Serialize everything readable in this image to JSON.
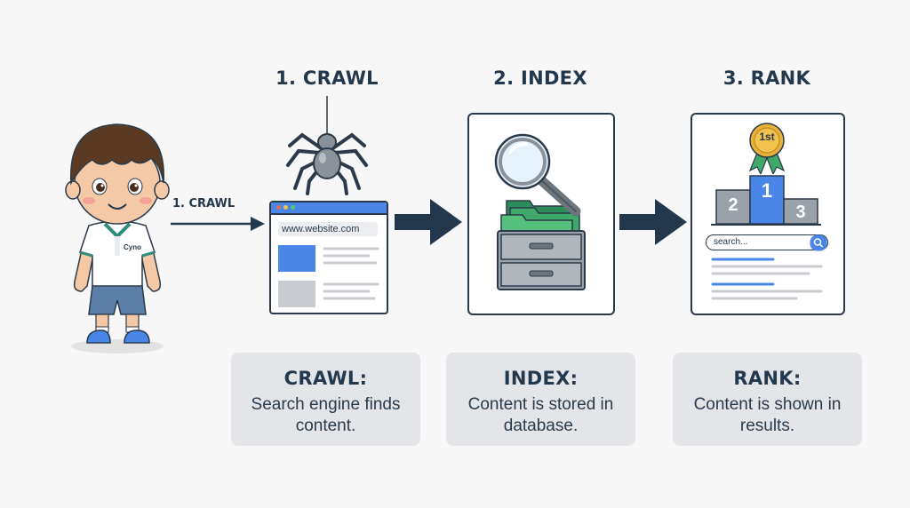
{
  "steps": [
    {
      "title": "1. CRAWL",
      "card_title": "CRAWL:",
      "card_desc": "Search engine finds content."
    },
    {
      "title": "2. INDEX",
      "card_title": "INDEX:",
      "card_desc": "Content is stored in database."
    },
    {
      "title": "3. RANK",
      "card_title": "RANK:",
      "card_desc": "Content is shown in results."
    }
  ],
  "character": {
    "shirt_text": "Cyno",
    "arrow_label": "1. CRAWL"
  },
  "browser": {
    "url": "www.website.com"
  },
  "rank": {
    "badge_text": "1st",
    "podium": [
      "2",
      "1",
      "3"
    ],
    "search_placeholder": "search..."
  },
  "icons": [
    "spider-icon",
    "magnifying-glass-icon",
    "file-cabinet-icon",
    "medal-icon",
    "podium-icon",
    "search-icon"
  ],
  "colors": {
    "dark": "#2b3a4a",
    "blue": "#4a86e8",
    "green": "#3fa86b",
    "card": "#e3e5e8",
    "gold": "#e8b23a"
  }
}
